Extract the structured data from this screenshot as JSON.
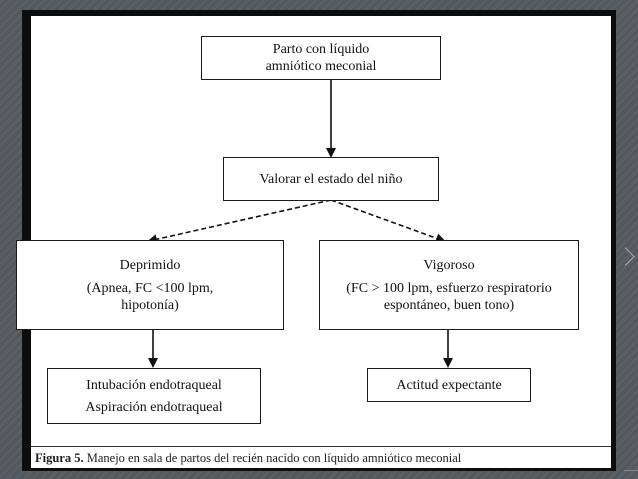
{
  "diagram": {
    "nodes": {
      "start": {
        "lines": [
          "Parto con líquido",
          "amniótico meconial"
        ]
      },
      "assess": {
        "lines": [
          "Valorar el estado del niño"
        ]
      },
      "depressed": {
        "lines": [
          "Deprimido",
          "(Apnea, FC <100 lpm,",
          "hipotonía)"
        ]
      },
      "vigorous": {
        "lines": [
          "Vigoroso",
          "(FC > 100 lpm, esfuerzo respiratorio",
          "espontáneo, buen tono)"
        ]
      },
      "intubation": {
        "lines": [
          "Intubación endotraqueal",
          "Aspiración endotraqueal"
        ]
      },
      "expectant": {
        "lines": [
          "Actitud expectante"
        ]
      }
    },
    "edges": [
      {
        "from": "start",
        "to": "assess",
        "style": "solid"
      },
      {
        "from": "assess",
        "to": "depressed",
        "style": "dashed"
      },
      {
        "from": "assess",
        "to": "vigorous",
        "style": "dashed"
      },
      {
        "from": "depressed",
        "to": "intubation",
        "style": "solid"
      },
      {
        "from": "vigorous",
        "to": "expectant",
        "style": "solid"
      }
    ]
  },
  "caption": {
    "label": "Figura 5.",
    "text": "Manejo en sala de partos del recién nacido con líquido amniótico meconial"
  },
  "colors": {
    "background": "#555a5e",
    "frame": "#0d0d0d",
    "paper": "#ffffff",
    "ink": "#111111"
  }
}
